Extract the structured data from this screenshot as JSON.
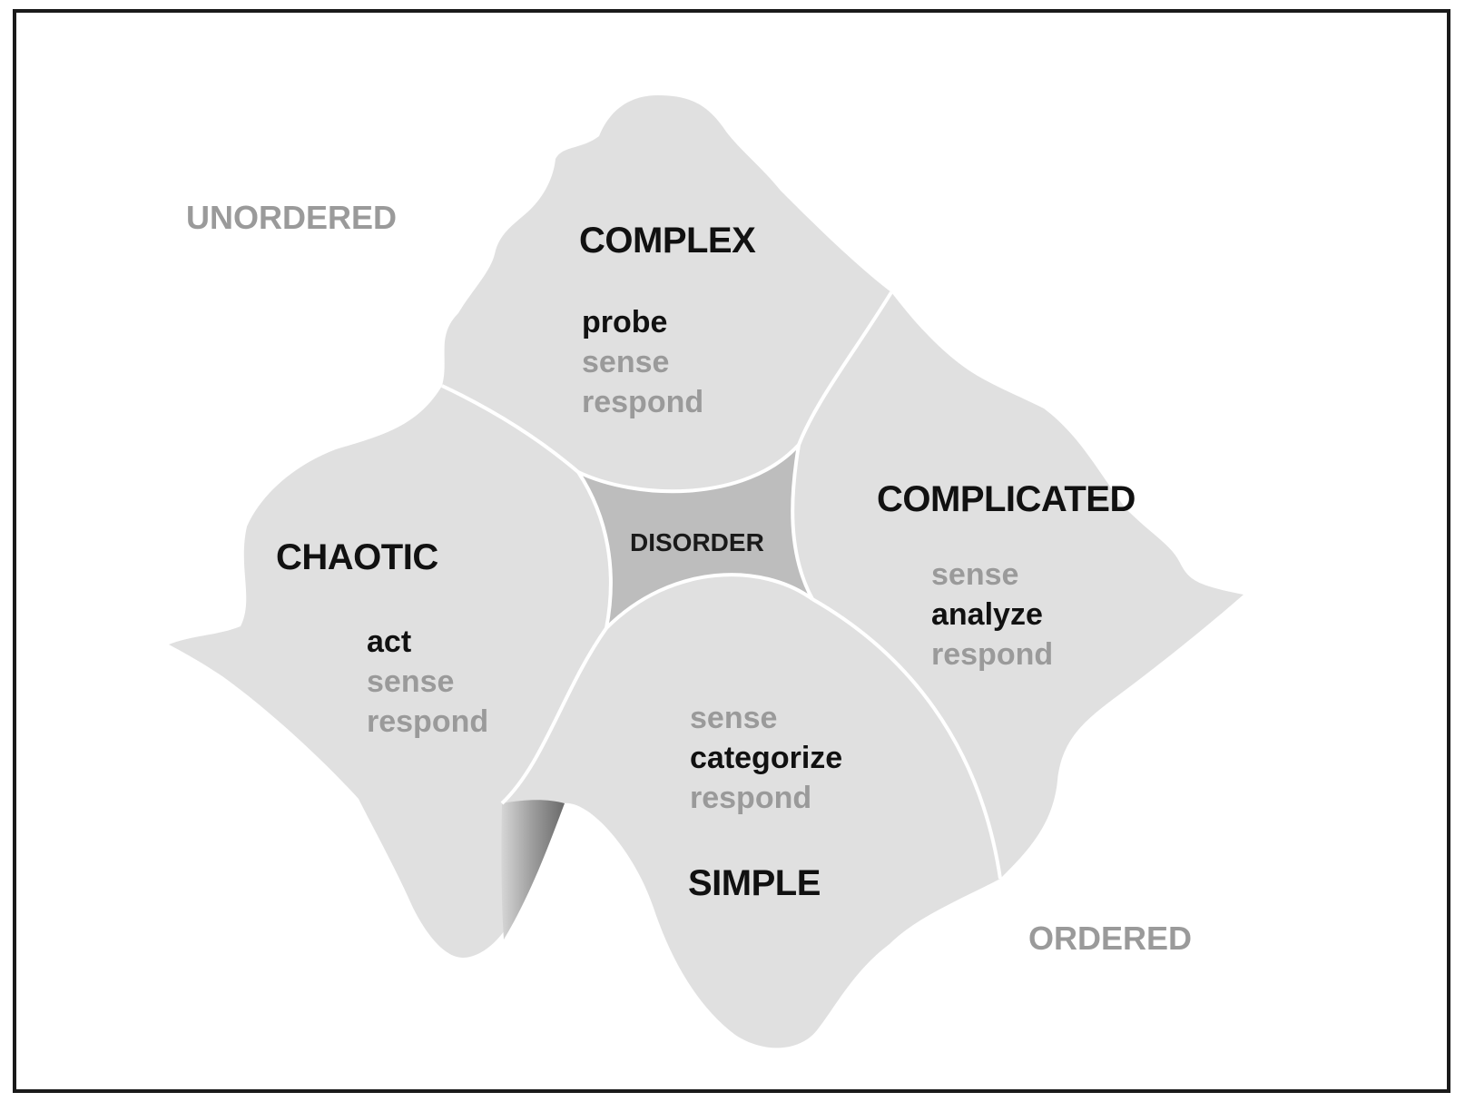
{
  "title_unordered": "UNORDERED",
  "title_ordered": "ORDERED",
  "disorder": "DISORDER",
  "colors": {
    "surface": "#e0e0e0",
    "center": "#bdbdbd",
    "divider": "#ffffff",
    "primary_step": "#111111",
    "secondary_step": "#9a9a9a"
  },
  "domains": {
    "complex": {
      "name": "COMPLEX",
      "steps": [
        "probe",
        "sense",
        "respond"
      ]
    },
    "complicated": {
      "name": "COMPLICATED",
      "steps": [
        "sense",
        "analyze",
        "respond"
      ]
    },
    "chaotic": {
      "name": "CHAOTIC",
      "steps": [
        "act",
        "sense",
        "respond"
      ]
    },
    "simple": {
      "name": "SIMPLE",
      "steps": [
        "sense",
        "categorize",
        "respond"
      ]
    }
  }
}
